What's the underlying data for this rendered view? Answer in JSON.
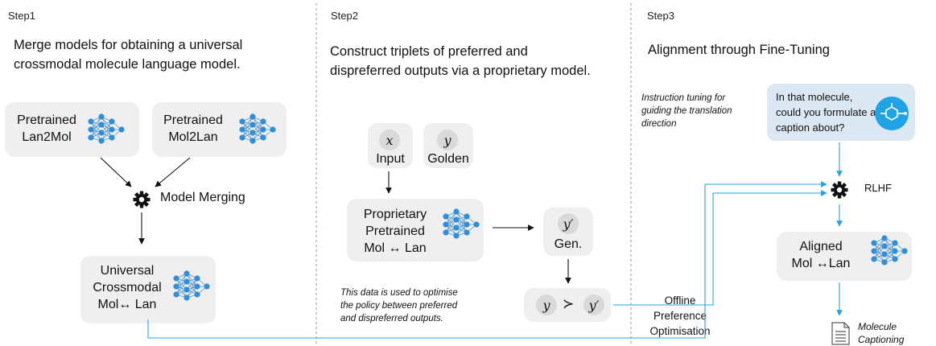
{
  "step1": {
    "label": "Step1",
    "heading_line1": "Merge models for obtaining a universal",
    "heading_line2": "crossmodal molecule language model.",
    "lan2mol_line1": "Pretrained",
    "lan2mol_line2": "Lan2Mol",
    "mol2lan_line1": "Pretrained",
    "mol2lan_line2": "Mol2Lan",
    "merge_label": "Model Merging",
    "universal_line1": "Universal",
    "universal_line2": "Crossmodal",
    "universal_line3": "Mol↔ Lan"
  },
  "step2": {
    "label": "Step2",
    "heading_line1": "Construct triplets of preferred and",
    "heading_line2": "dispreferred outputs via a proprietary model.",
    "x_symbol": "x",
    "input_label": "Input",
    "y_symbol": "y",
    "golden_label": "Golden",
    "proprietary_line1": "Proprietary",
    "proprietary_line2": "Pretrained",
    "proprietary_line3": "Mol ↔ Lan",
    "yprime_symbol": "y′",
    "gen_label": "Gen.",
    "pref_y": "y",
    "pref_succ": "≻",
    "pref_yprime": "y′",
    "note_line1": "This data is used to optimise",
    "note_line2": "the policy between preferred",
    "note_line3": "and dispreferred outputs."
  },
  "step3": {
    "label": "Step3",
    "heading": "Alignment through Fine-Tuning",
    "instr_line1": "Instruction tuning for",
    "instr_line2": "guiding the translation",
    "instr_line3": "direction",
    "chat_line1": "In that molecule,",
    "chat_line2": "could you formulate a",
    "chat_line3": "caption about?",
    "rlhf_label": "RLHF",
    "aligned_line1": "Aligned",
    "aligned_line2": "Mol ↔Lan",
    "offline_line1": "Offline",
    "offline_line2": "Preference",
    "offline_line3": "Optimisation",
    "caption_line1": "Molecule",
    "caption_line2": "Captioning"
  },
  "colors": {
    "box_fill": "#efefef",
    "network_blue": "#2e8fd8",
    "flow_line": "#2aa3dc",
    "chat_fill": "#dbe8f4",
    "chat_icon": "#1fa3e6"
  },
  "icons": [
    "neural-network-icon",
    "gear-icon",
    "molecule-icon",
    "document-icon"
  ]
}
